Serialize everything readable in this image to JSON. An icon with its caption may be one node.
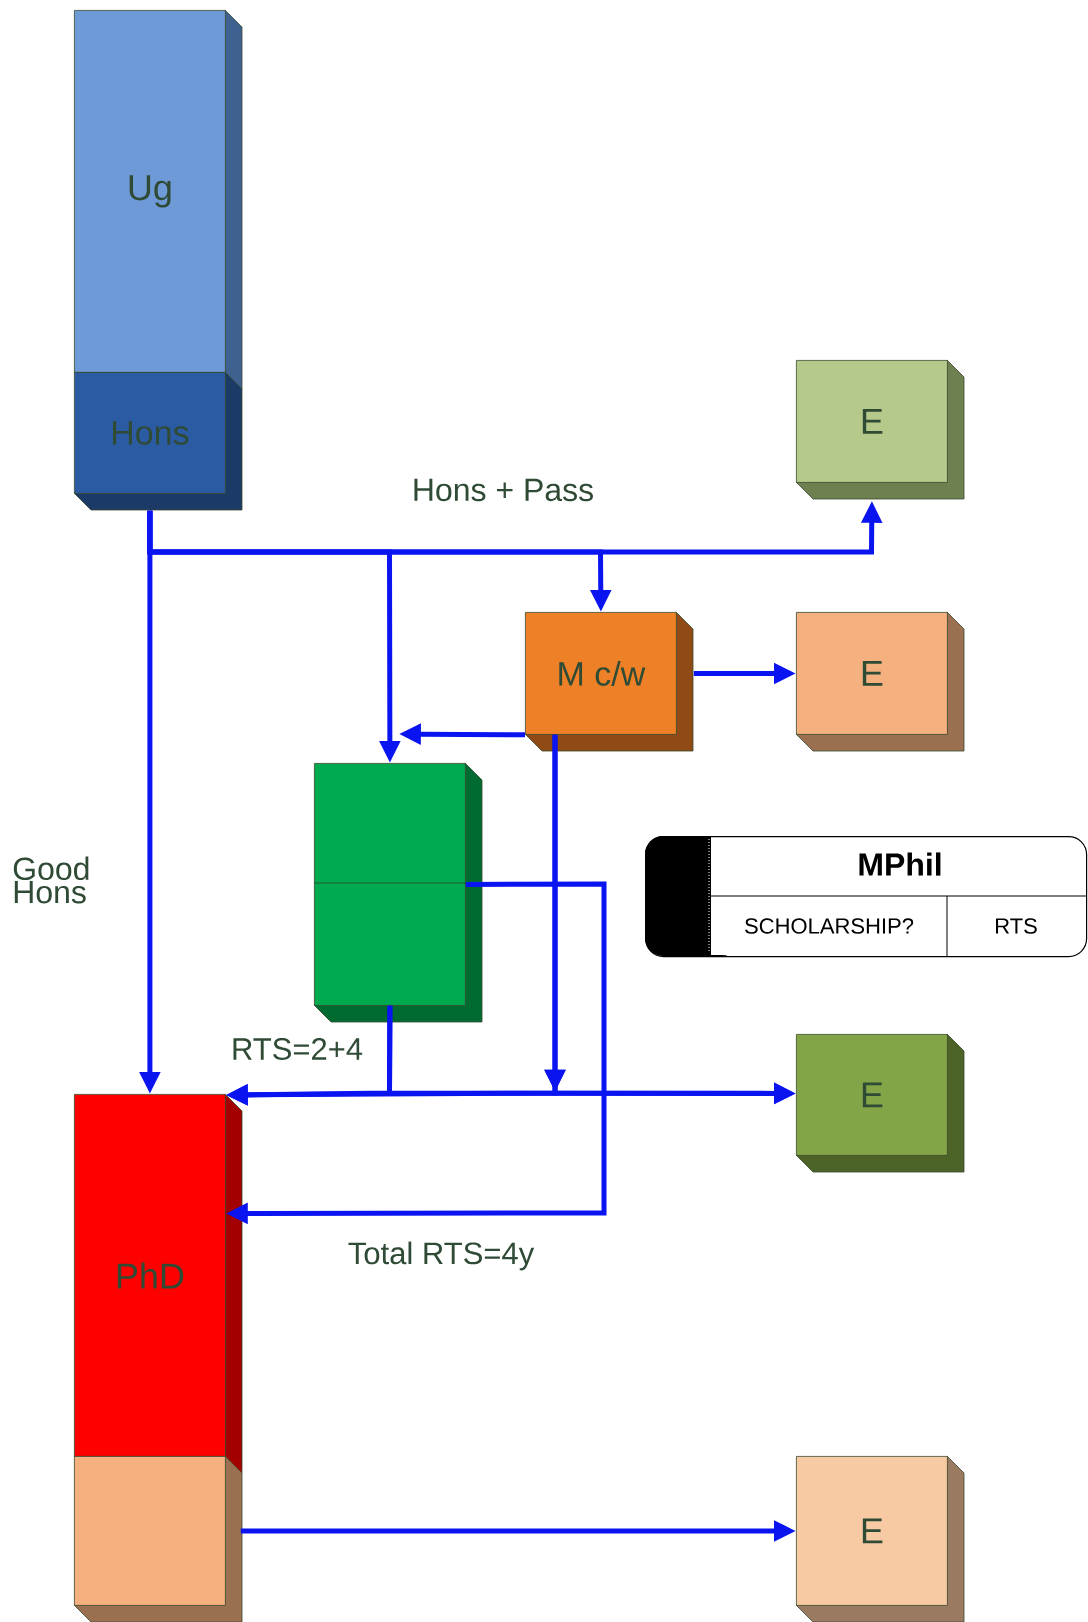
{
  "diagram": {
    "nodes": [
      {
        "text": [
          "Ug"
        ]
      },
      {
        "text": [
          "Hons"
        ]
      },
      {
        "text": [
          "E"
        ]
      },
      {
        "text": [
          "M c/w"
        ]
      },
      {
        "text": [
          "E"
        ]
      },
      {
        "text": [],
        "shape": "box"
      },
      {
        "text": [
          "MPhil",
          "SCHOLARSHIP?",
          "RTS"
        ]
      },
      {
        "text": [
          "E"
        ]
      },
      {
        "text": [
          "PhD"
        ]
      },
      {
        "text": [],
        "shape": "box"
      },
      {
        "text": [
          "E"
        ]
      }
    ],
    "edges": [
      {
        "from": 1,
        "to": 8,
        "arrow": "to"
      },
      {
        "from": 1,
        "to": 2,
        "arrow": "to"
      },
      {
        "from": 1,
        "to": 5,
        "arrow": "to"
      },
      {
        "from": 1,
        "to": 3,
        "arrow": "to"
      },
      {
        "from": 3,
        "to": 4,
        "arrow": "to"
      },
      {
        "from": 3,
        "to": 5,
        "arrow": "to"
      },
      {
        "from": 3,
        "to": 8,
        "arrow": "to"
      },
      {
        "from": 3,
        "to": 7,
        "arrow": "to"
      },
      {
        "from": 5,
        "to": 8,
        "arrow": "to"
      },
      {
        "from": 5,
        "to": 7,
        "arrow": "to"
      },
      {
        "from": 5,
        "to": 8,
        "arrow": "to"
      },
      {
        "from": 9,
        "to": 10,
        "arrow": "to"
      }
    ],
    "labels": [
      "Hons + Pass",
      "Good Hons",
      "RTS=2+4",
      "Total RTS=4y"
    ]
  }
}
